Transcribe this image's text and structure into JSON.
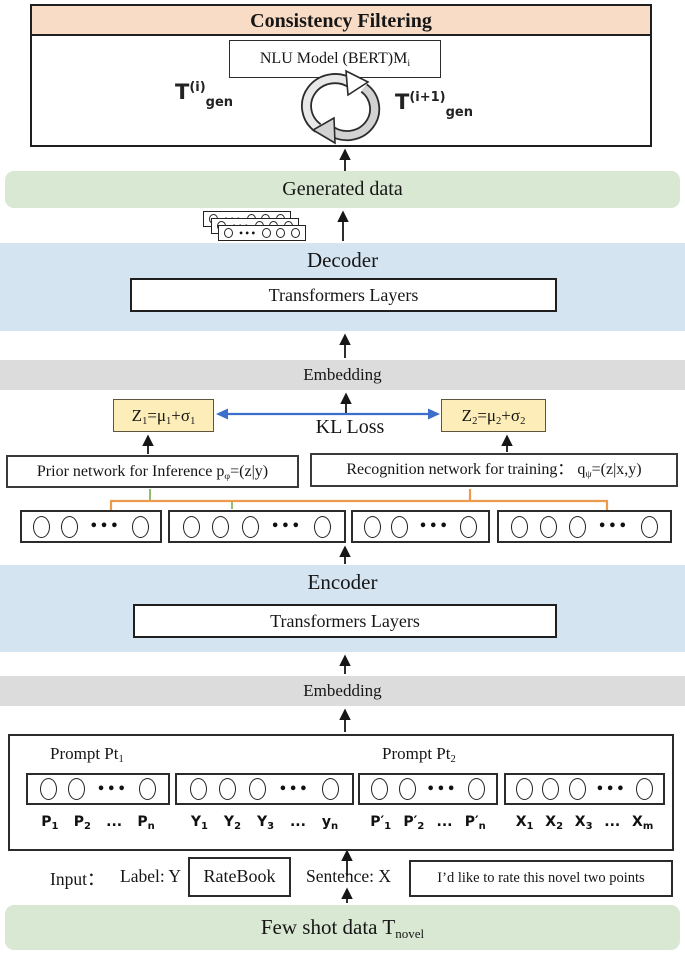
{
  "colors": {
    "peach": "#f8dcc6",
    "green_band": "#d9e8d3",
    "blue_band": "#d5e4f1",
    "gray_band": "#dcdcdc",
    "yellow_box": "#fdeeb9",
    "kl_arrow_blue": "#3b6fc9",
    "brace_orange": "#ec9b4e",
    "brace_green": "#6fb04c"
  },
  "consistency": {
    "title": "Consistency Filtering",
    "nlu": [
      {
        "t": "NLU Model (BERT)M"
      },
      {
        "t": "i",
        "sub": true
      }
    ],
    "t_left": [
      {
        "t": "T"
      },
      {
        "t": "(i)",
        "sup": true
      },
      {
        "t": "gen",
        "sub": true
      }
    ],
    "t_right": [
      {
        "t": "T"
      },
      {
        "t": "(i+1)",
        "sup": true
      },
      {
        "t": "gen",
        "sub": true
      }
    ]
  },
  "bands": {
    "generated": "Generated data",
    "decoder": "Decoder",
    "encoder": "Encoder",
    "embedding_top": "Embedding",
    "embedding_bottom": "Embedding",
    "few_shot": [
      {
        "t": "Few shot data T"
      },
      {
        "t": "novel",
        "sub": true
      }
    ]
  },
  "decoder_layers": "Transformers Layers",
  "encoder_layers": "Transformers Layers",
  "latent": {
    "z1": [
      {
        "t": "Z"
      },
      {
        "t": "1",
        "sub": true
      },
      {
        "t": "=μ"
      },
      {
        "t": "1",
        "sub": true
      },
      {
        "t": "+σ"
      },
      {
        "t": "1",
        "sub": true
      }
    ],
    "z2": [
      {
        "t": "Z"
      },
      {
        "t": "2",
        "sub": true
      },
      {
        "t": "=μ"
      },
      {
        "t": "2",
        "sub": true
      },
      {
        "t": "+σ"
      },
      {
        "t": "2",
        "sub": true
      }
    ],
    "kl_label": "KL Loss"
  },
  "networks": {
    "prior": [
      {
        "t": "Prior network for Inference p"
      },
      {
        "t": "φ",
        "sub": true
      },
      {
        "t": "=(z|y)"
      }
    ],
    "recognition": [
      {
        "t": "Recognition network for training：  q"
      },
      {
        "t": "ψ",
        "sub": true
      },
      {
        "t": "=(z|x,y)"
      }
    ]
  },
  "tokens": {
    "dots": "•••",
    "stack_group": {
      "pre": 1,
      "post": 3
    },
    "middle_groups": [
      {
        "pre": 2,
        "post": 1
      },
      {
        "pre": 3,
        "post": 1
      },
      {
        "pre": 2,
        "post": 1
      },
      {
        "pre": 3,
        "post": 1
      }
    ]
  },
  "prompt": {
    "pt1": [
      {
        "t": "Prompt Pt"
      },
      {
        "t": "1",
        "sub": true
      }
    ],
    "pt2": [
      {
        "t": "Prompt Pt"
      },
      {
        "t": "2",
        "sub": true
      }
    ],
    "groups": [
      {
        "pre": 2,
        "post": 1,
        "labels": [
          [
            {
              "t": "P"
            },
            {
              "t": "1",
              "sub": true
            }
          ],
          [
            {
              "t": "P"
            },
            {
              "t": "2",
              "sub": true
            }
          ],
          [
            {
              "t": "..."
            }
          ],
          [
            {
              "t": "P"
            },
            {
              "t": "n",
              "sub": true
            }
          ]
        ]
      },
      {
        "pre": 3,
        "post": 1,
        "labels": [
          [
            {
              "t": "Y"
            },
            {
              "t": "1",
              "sub": true
            }
          ],
          [
            {
              "t": "Y"
            },
            {
              "t": "2",
              "sub": true
            }
          ],
          [
            {
              "t": "Y"
            },
            {
              "t": "3",
              "sub": true
            }
          ],
          [
            {
              "t": "..."
            }
          ],
          [
            {
              "t": "y"
            },
            {
              "t": "n",
              "sub": true
            }
          ]
        ]
      },
      {
        "pre": 2,
        "post": 1,
        "labels": [
          [
            {
              "t": "P′"
            },
            {
              "t": "1",
              "sub": true
            }
          ],
          [
            {
              "t": "P′"
            },
            {
              "t": "2",
              "sub": true
            }
          ],
          [
            {
              "t": "..."
            }
          ],
          [
            {
              "t": "P′"
            },
            {
              "t": "n",
              "sub": true
            }
          ]
        ]
      },
      {
        "pre": 3,
        "post": 1,
        "labels": [
          [
            {
              "t": "X"
            },
            {
              "t": "1",
              "sub": true
            }
          ],
          [
            {
              "t": "X"
            },
            {
              "t": "2",
              "sub": true
            }
          ],
          [
            {
              "t": "X"
            },
            {
              "t": "3",
              "sub": true
            }
          ],
          [
            {
              "t": "..."
            }
          ],
          [
            {
              "t": "X"
            },
            {
              "t": "m",
              "sub": true
            }
          ]
        ]
      }
    ]
  },
  "input_row": {
    "prefix": "Input：",
    "label": "Label: Y",
    "label_value": "RateBook",
    "sentence": "Sentence: X",
    "sentence_value": "I’d like to rate this novel two points"
  }
}
